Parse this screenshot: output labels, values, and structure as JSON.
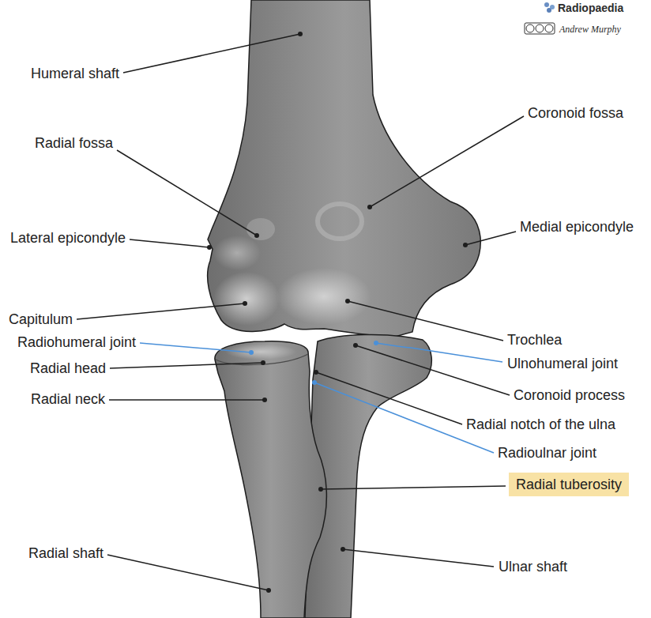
{
  "diagram": {
    "nodes": [
      {
        "text": [
          "Radial tuberosity"
        ]
      }
    ],
    "labels": [
      "Humeral shaft",
      "Radial fossa",
      "Lateral epicondyle",
      "Capitulum",
      "Radiohumeral joint",
      "Radial head",
      "Radial neck",
      "Radial shaft",
      "Coronoid fossa",
      "Medial epicondyle",
      "Trochlea",
      "Ulnohumeral joint",
      "Coronoid process",
      "Radial notch of the ulna",
      "Radioulnar joint",
      "Ulnar shaft",
      "Radiopaedia",
      "Andrew Murphy"
    ]
  }
}
